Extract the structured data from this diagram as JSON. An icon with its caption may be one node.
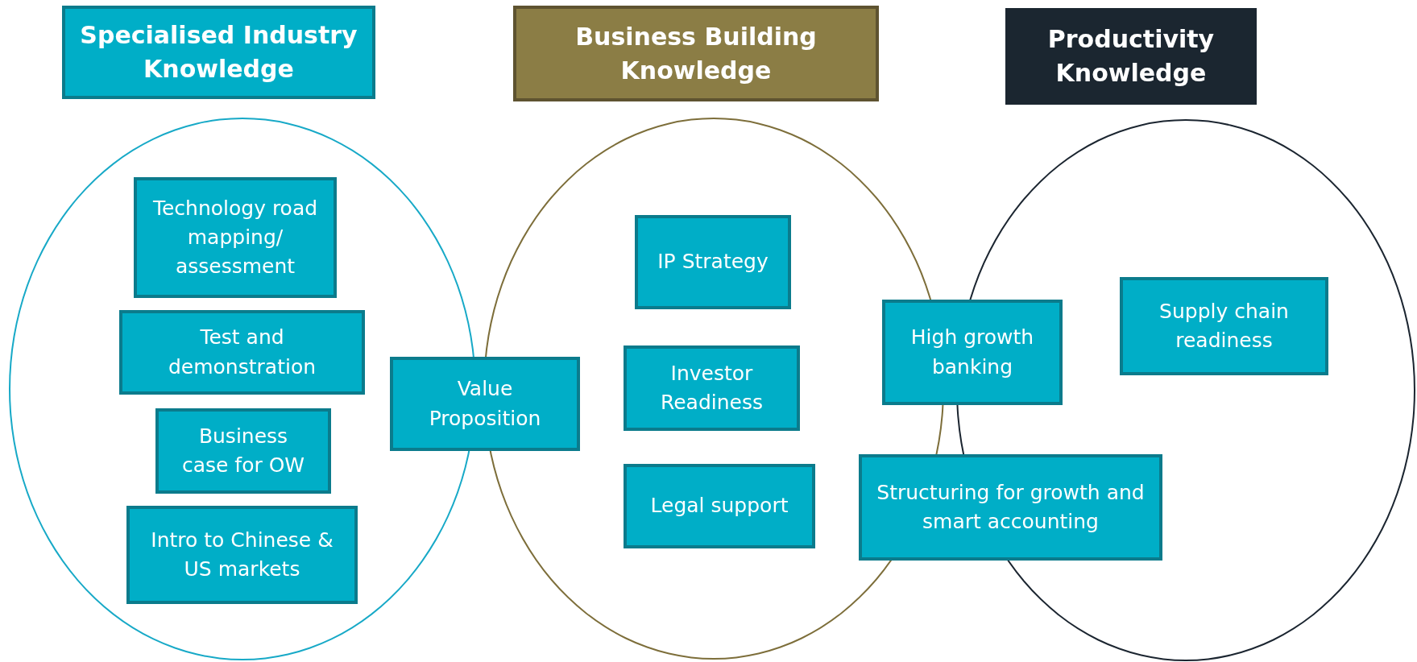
{
  "diagram": {
    "nodes": [
      {
        "text": [
          "Specialised Industry Knowledge"
        ]
      },
      {
        "text": [
          "Business Building Knowledge"
        ]
      },
      {
        "text": [
          "Productivity Knowledge"
        ]
      },
      {
        "text": [],
        "shape": "ellipse"
      },
      {
        "text": [
          "Technology road mapping/ assessment"
        ],
        "in": 3
      },
      {
        "text": [
          "Test and demonstration"
        ],
        "in": 3
      },
      {
        "text": [
          "Business case for OW"
        ],
        "in": 3
      },
      {
        "text": [
          "Intro to Chinese & US markets"
        ],
        "in": 3
      },
      {
        "text": [
          "Value Proposition"
        ]
      },
      {
        "text": [],
        "shape": "ellipse"
      },
      {
        "text": [
          "IP Strategy"
        ],
        "in": 9
      },
      {
        "text": [
          "Investor Readiness"
        ],
        "in": 9
      },
      {
        "text": [
          "Legal support"
        ],
        "in": 9
      },
      {
        "text": [
          "High growth banking"
        ]
      },
      {
        "text": [
          "Structuring for growth and smart accounting"
        ]
      },
      {
        "text": [],
        "shape": "ellipse"
      },
      {
        "text": [
          "Supply chain readiness"
        ],
        "in": 15
      }
    ],
    "edges": []
  }
}
